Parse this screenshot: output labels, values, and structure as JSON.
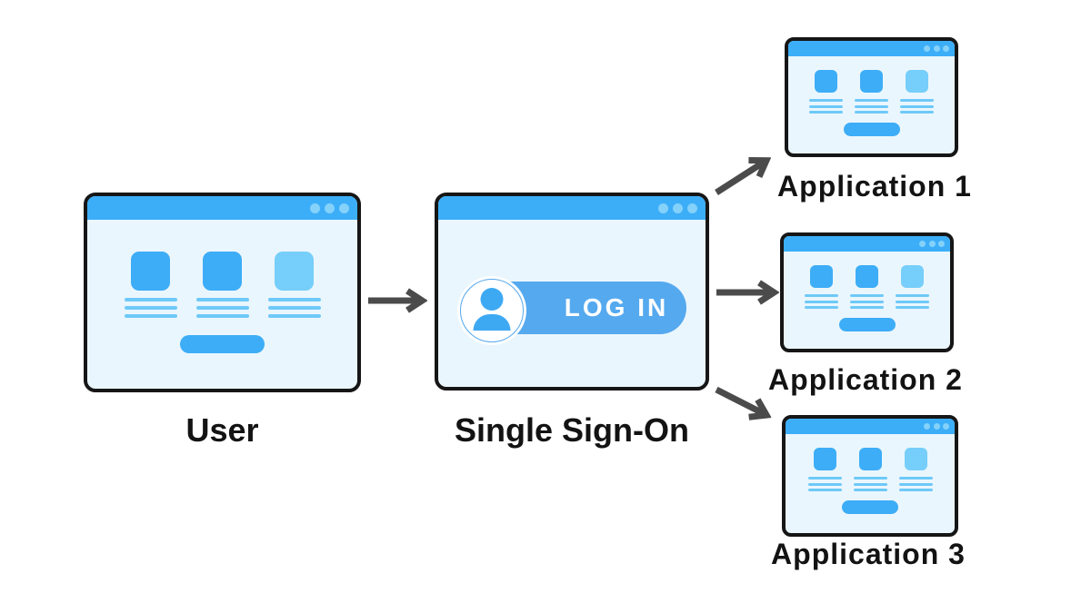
{
  "diagram": {
    "topic": "Single Sign-On",
    "nodes": {
      "user": {
        "label": "User"
      },
      "sso": {
        "label": "Single Sign-On",
        "login_button_label": "LOG IN"
      },
      "apps": [
        {
          "label": "Application 1"
        },
        {
          "label": "Application 2"
        },
        {
          "label": "Application 3"
        }
      ]
    },
    "edges": [
      {
        "from": "user",
        "to": "sso"
      },
      {
        "from": "sso",
        "to": "app1"
      },
      {
        "from": "sso",
        "to": "app2"
      },
      {
        "from": "sso",
        "to": "app3"
      }
    ],
    "icons": {
      "window_controls": "window-dots-icon",
      "login_avatar": "user-icon"
    },
    "colors": {
      "titlebar_blue": "#3caef8",
      "window_body": "#eaf6fd",
      "window_border": "#161616",
      "card_blue": "#3dadf7",
      "card_light_blue": "#76cefa",
      "text_line_blue": "#6ec9f8",
      "login_pill_blue": "#55a9ef",
      "arrow_gray": "#4b4b4b",
      "label_black": "#131313"
    }
  }
}
